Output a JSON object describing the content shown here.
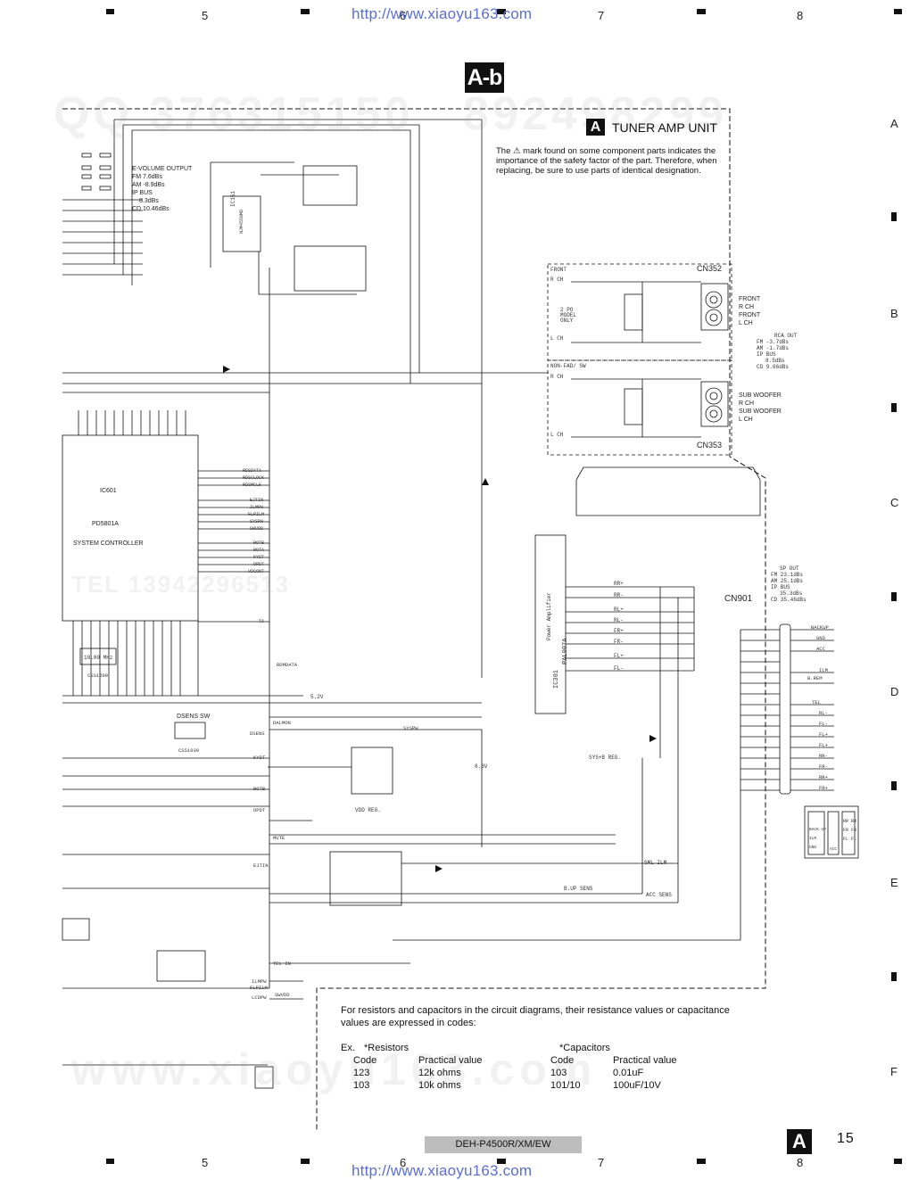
{
  "page": {
    "watermark_url": "http://www.xiaoyu163.com",
    "column_numbers": [
      "5",
      "6",
      "7",
      "8"
    ],
    "row_letters": [
      "A",
      "B",
      "C",
      "D",
      "E",
      "F"
    ],
    "page_tag": "A-b",
    "page_number": "15",
    "page_badge": "A",
    "model": "DEH-P4500R/XM/EW"
  },
  "unit": {
    "badge": "A",
    "title": "TUNER AMP UNIT",
    "safety_note": "The ⚠ mark found on some component parts indicates the importance of the safety factor of the part. Therefore, when replacing, be sure to use parts of identical designation."
  },
  "codes_note": {
    "intro": "For resistors and capacitors in the circuit diagrams, their resistance values or capacitance values are expressed in codes:",
    "ex": "Ex.",
    "resistors_title": "*Resistors",
    "capacitors_title": "*Capacitors",
    "col_code": "Code",
    "col_value": "Practical value",
    "resistors": [
      {
        "code": "123",
        "value": "12k ohms"
      },
      {
        "code": "103",
        "value": "10k ohms"
      }
    ],
    "capacitors": [
      {
        "code": "103",
        "value": "0.01uF"
      },
      {
        "code": "101/10",
        "value": "100uF/10V"
      }
    ]
  },
  "schematic": {
    "evolume": [
      "E-VOLUME OUTPUT",
      "FM 7.6dBs",
      "AM -8.9dBs",
      "IP BUS",
      "8.3dBs",
      "CD 10.46dBs"
    ],
    "ic151": [
      "IC151",
      "NJM4558MD"
    ],
    "ic601": [
      "IC601",
      "PD5801A",
      "SYSTEM CONTROLLER"
    ],
    "ic301": [
      "IC301",
      "PAL007A",
      "Power Amplifier"
    ],
    "cn352": "CN352",
    "cn353": "CN353",
    "cn901": "CN901",
    "front_block": [
      "FRONT",
      "R CH",
      "L CH",
      "2 PO",
      "MODEL",
      "ONLY"
    ],
    "nonfad_block": [
      "NON-FAD/ SW",
      "R CH",
      "L CH"
    ],
    "rca_out": [
      "RCA OUT",
      "FM -3.7dBs",
      "AM -1.7dBs",
      "IP BUS",
      "8.5dBs",
      "CD 9.66dBs"
    ],
    "front_jacks": [
      "FRONT",
      "R CH",
      "FRONT",
      "L CH"
    ],
    "sub_jacks": [
      "SUB WOOFER",
      "R CH",
      "SUB WOOFER",
      "L CH"
    ],
    "sp_out": [
      "SP OUT",
      "FM 23.1dBs",
      "AM 25.1dBs",
      "IP BUS",
      "35.3dBs",
      "CD 35.46dBs"
    ],
    "cn901_pins": [
      "BACKUP",
      "GND",
      "ACC",
      "ILM",
      "B.REM",
      "TEL",
      "RL-",
      "FL-",
      "FL+",
      "FL+",
      "RR-",
      "FR-",
      "RR+",
      "FR+"
    ],
    "ic301_outputs": [
      "RR+",
      "RR-",
      "RL+",
      "RL-",
      "FR+",
      "FR-",
      "FL+",
      "FL-"
    ],
    "ic601_pins": [
      "RDSDATA",
      "RDSCLOCK",
      "RDSMCLK",
      "EJTIN",
      "ILMPW",
      "FLPILM",
      "SYSPW",
      "SWVDD",
      "ROTB",
      "ROTA",
      "KYDT",
      "DPDT",
      "VDCONT",
      "TX"
    ],
    "connector_box": [
      [
        "BACK UP",
        "RR",
        "RR"
      ],
      [
        "ILM",
        "FR",
        "FR"
      ],
      [
        "GND",
        "ACC",
        "FL",
        "FL"
      ]
    ],
    "misc_labels": [
      "DSENS SW",
      "5.2V",
      "8.3V",
      "SYS+B REG.",
      "VDD REG.",
      "B.UP SENS",
      "ACC SENS",
      "SML ILM",
      "SYSPW",
      "MUTE",
      "TEL IN",
      "ILMPW",
      "FLPILM",
      "LCDPW",
      "SWVDD",
      "DSENS",
      "KYDT",
      "ROTB",
      "DPDT",
      "EJTIN",
      "DALMON",
      "ROMDATA",
      "CSS1039",
      "10.00 MHz",
      "CSS1599"
    ]
  }
}
